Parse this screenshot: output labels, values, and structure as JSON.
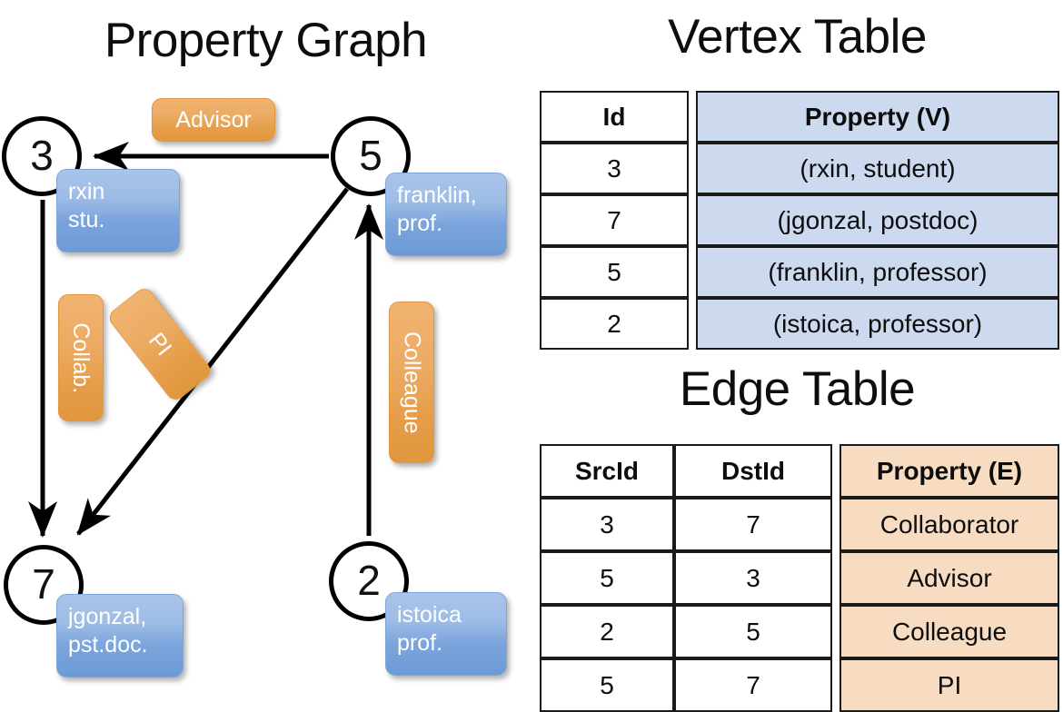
{
  "titles": {
    "property_graph": "Property Graph",
    "vertex_table": "Vertex Table",
    "edge_table": "Edge Table"
  },
  "colors": {
    "vertex_cell_fill": "#ccd9ef",
    "edge_cell_fill": "#f7dcc2",
    "node_property_box": "#7ba4dc",
    "edge_property_box": "#e8a34c",
    "stroke": "#000000"
  },
  "graph": {
    "nodes": [
      {
        "id": "3",
        "name": "node-3",
        "property_lines": [
          "rxin",
          "stu."
        ]
      },
      {
        "id": "5",
        "name": "node-5",
        "property_lines": [
          "franklin,",
          "prof."
        ]
      },
      {
        "id": "7",
        "name": "node-7",
        "property_lines": [
          "jgonzal,",
          "pst.doc."
        ]
      },
      {
        "id": "2",
        "name": "node-2",
        "property_lines": [
          "istoica",
          "prof."
        ]
      }
    ],
    "node_boxes": {
      "rxin": {
        "line1": "rxin",
        "line2": "stu."
      },
      "franklin": {
        "line1": "franklin,",
        "line2": "prof."
      },
      "jgonzal": {
        "line1": "jgonzal,",
        "line2": "pst.doc."
      },
      "istoica": {
        "line1": "istoica",
        "line2": "prof."
      }
    },
    "edges": [
      {
        "src": "5",
        "dst": "3",
        "label": "Advisor",
        "orientation": "horizontal"
      },
      {
        "src": "3",
        "dst": "7",
        "label": "Collab.",
        "orientation": "vertical"
      },
      {
        "src": "5",
        "dst": "7",
        "label": "PI",
        "orientation": "diagonal"
      },
      {
        "src": "2",
        "dst": "5",
        "label": "Colleague",
        "orientation": "vertical"
      }
    ],
    "edge_labels": {
      "advisor": "Advisor",
      "collab": "Collab.",
      "pi": "PI",
      "colleague": "Colleague"
    }
  },
  "vertex_table": {
    "headers": [
      "Id",
      "Property (V)"
    ],
    "rows": [
      {
        "id": "3",
        "property": "(rxin, student)"
      },
      {
        "id": "7",
        "property": "(jgonzal, postdoc)"
      },
      {
        "id": "5",
        "property": "(franklin, professor)"
      },
      {
        "id": "2",
        "property": "(istoica, professor)"
      }
    ]
  },
  "edge_table": {
    "headers": [
      "SrcId",
      "DstId",
      "Property (E)"
    ],
    "rows": [
      {
        "src": "3",
        "dst": "7",
        "property": "Collaborator"
      },
      {
        "src": "5",
        "dst": "3",
        "property": "Advisor"
      },
      {
        "src": "2",
        "dst": "5",
        "property": "Colleague"
      },
      {
        "src": "5",
        "dst": "7",
        "property": "PI"
      }
    ]
  }
}
